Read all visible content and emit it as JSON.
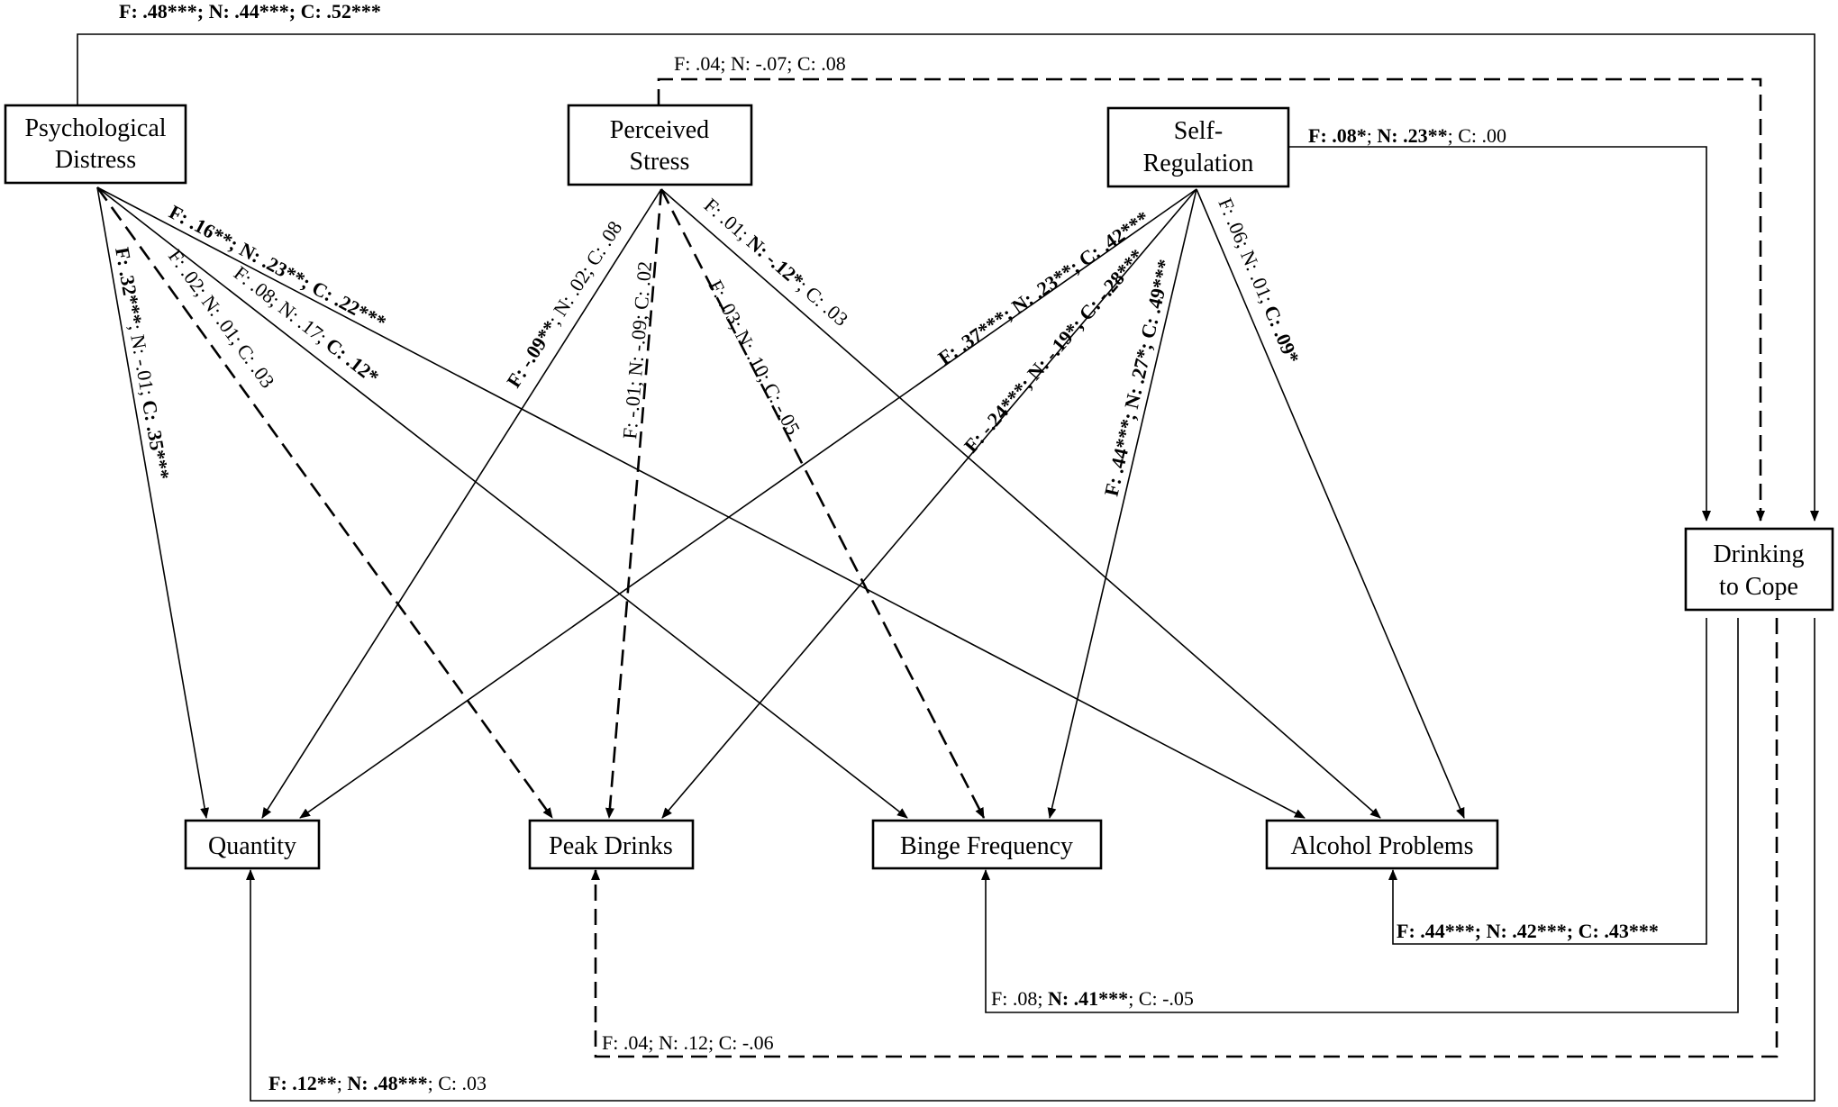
{
  "nodes": {
    "psychological_distress": [
      "Psychological",
      "Distress"
    ],
    "perceived_stress": [
      "Perceived",
      "Stress"
    ],
    "self_regulation": [
      "Self-",
      "Regulation"
    ],
    "drinking_to_cope": [
      "Drinking",
      "to Cope"
    ],
    "quantity": [
      "Quantity"
    ],
    "peak_drinks": [
      "Peak Drinks"
    ],
    "binge_frequency": [
      "Binge Frequency"
    ],
    "alcohol_problems": [
      "Alcohol Problems"
    ]
  },
  "edges": {
    "pd_dtc": {
      "style": "solid",
      "label": [
        [
          "F: .48***; ",
          true
        ],
        [
          "N: .44***; ",
          true
        ],
        [
          "C: .52***",
          true
        ]
      ]
    },
    "ps_dtc": {
      "style": "dashed",
      "label": [
        [
          "F: .04; ",
          false
        ],
        [
          "N: -.07; ",
          false
        ],
        [
          "C: .08",
          false
        ]
      ]
    },
    "sr_dtc": {
      "style": "solid",
      "label": [
        [
          "F: .08*",
          true
        ],
        [
          "; ",
          false
        ],
        [
          "N: .23**",
          true
        ],
        [
          "; C: .00",
          false
        ]
      ]
    },
    "pd_q": {
      "style": "solid",
      "label": [
        [
          "F: .32***",
          true
        ],
        [
          "; N: -.01; ",
          false
        ],
        [
          "C: .35***",
          true
        ]
      ]
    },
    "pd_pk": {
      "style": "dashed",
      "label": [
        [
          "F: .02; N: .01; C: .03",
          false
        ]
      ]
    },
    "pd_bf": {
      "style": "solid",
      "label": [
        [
          "F: .08; N: .17; ",
          false
        ],
        [
          "C: .12*",
          true
        ]
      ]
    },
    "pd_ap": {
      "style": "solid",
      "label": [
        [
          "F: .16**; N: .23**; C: .22***",
          true
        ]
      ]
    },
    "ps_q": {
      "style": "solid",
      "label": [
        [
          "F: -.09**",
          true
        ],
        [
          "; N: .02; C: .08",
          false
        ]
      ]
    },
    "ps_pk": {
      "style": "dashed",
      "label": [
        [
          "F: -.01; N: -.09; C: .02",
          false
        ]
      ]
    },
    "ps_bf": {
      "style": "dashed",
      "label": [
        [
          "F: .03; N: .10; C: -.05",
          false
        ]
      ]
    },
    "ps_ap": {
      "style": "solid",
      "label": [
        [
          "F: .01; ",
          false
        ],
        [
          "N: -.12*",
          true
        ],
        [
          "; C: .03",
          false
        ]
      ]
    },
    "sr_q": {
      "style": "solid",
      "label": [
        [
          "F: .37***; N: .23**; C: .42***",
          true
        ]
      ]
    },
    "sr_pk": {
      "style": "solid",
      "label": [
        [
          "F: -.24***; N: -.19*; C: -.28***",
          true
        ]
      ]
    },
    "sr_bf": {
      "style": "solid",
      "label": [
        [
          "F: .44***; N: .27*; C: .49***",
          true
        ]
      ]
    },
    "sr_ap": {
      "style": "solid",
      "label": [
        [
          "F: .06; N: .01; ",
          false
        ],
        [
          "C: .09*",
          true
        ]
      ]
    },
    "dtc_ap": {
      "style": "solid",
      "label": [
        [
          "F: .44***; N: .42***; C: .43***",
          true
        ]
      ]
    },
    "dtc_bf": {
      "style": "solid",
      "label": [
        [
          "F: .08; ",
          false
        ],
        [
          "N: .41***",
          true
        ],
        [
          "; C: -.05",
          false
        ]
      ]
    },
    "dtc_pk": {
      "style": "dashed",
      "label": [
        [
          "F: .04; N: .12; C: -.06",
          false
        ]
      ]
    },
    "dtc_q": {
      "style": "solid",
      "label": [
        [
          "F: .12**",
          true
        ],
        [
          "; ",
          false
        ],
        [
          "N: .48***",
          true
        ],
        [
          "; C: .03",
          false
        ]
      ]
    }
  }
}
